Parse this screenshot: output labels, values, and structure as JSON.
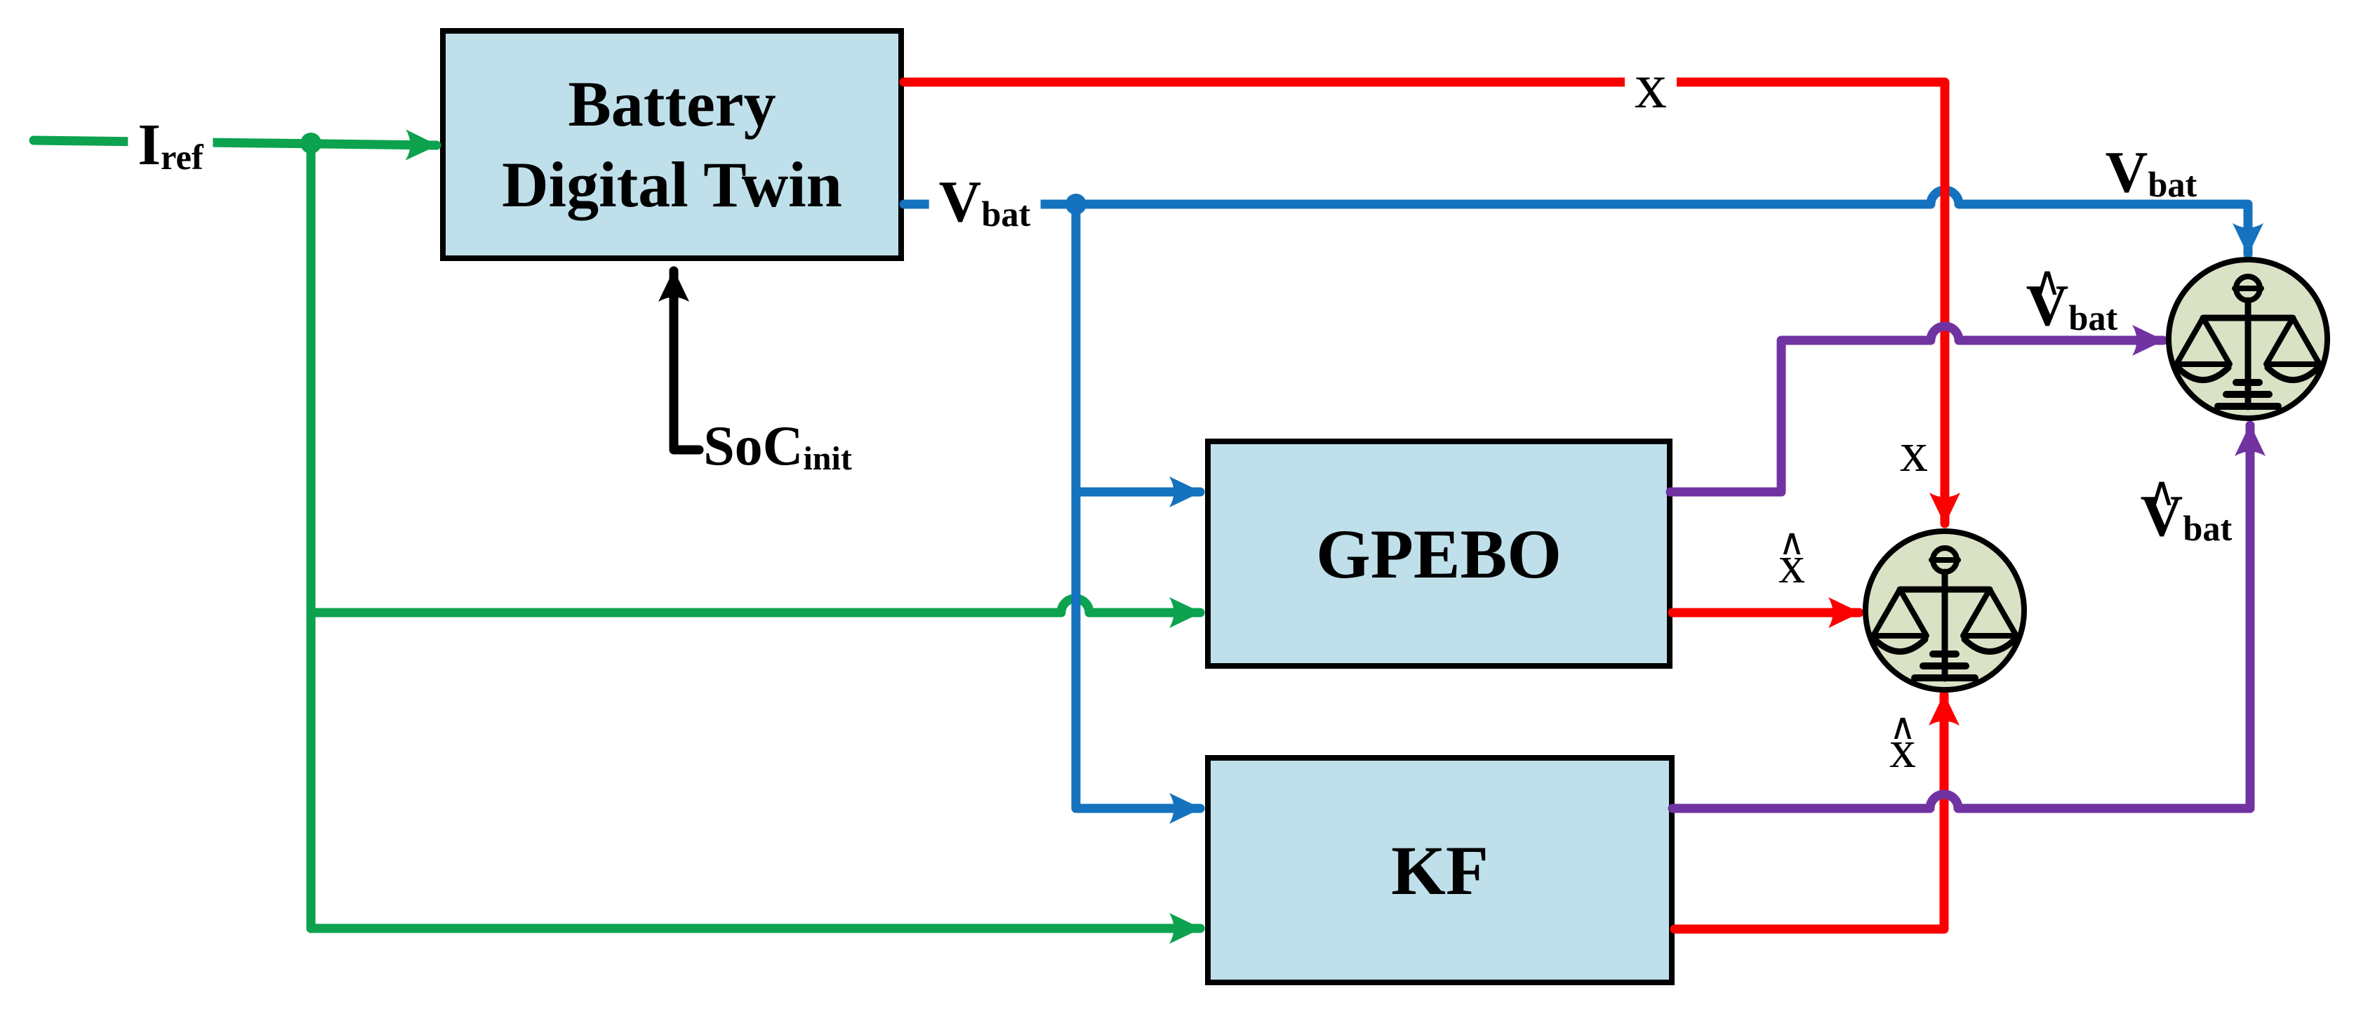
{
  "diagram": {
    "type": "block-diagram",
    "colors": {
      "green": "#0CA24E",
      "blue": "#1472BE",
      "red": "#FB0000",
      "purple": "#7133A1",
      "black": "#000000",
      "block_fill": "#BFE0EA",
      "block_border": "#000000",
      "comparator_fill": "#D9E2C5",
      "background": "#FFFFFF"
    },
    "blocks": [
      {
        "id": "battery-digital-twin",
        "title_lines": [
          "Battery",
          "Digital Twin"
        ]
      },
      {
        "id": "gpebo",
        "title": "GPEBO"
      },
      {
        "id": "kf",
        "title": "KF"
      }
    ],
    "comparators": [
      {
        "id": "comparator-top",
        "icon": "balance-scale"
      },
      {
        "id": "comparator-middle",
        "icon": "balance-scale"
      }
    ],
    "labels": {
      "iref": {
        "base": "I",
        "sub": "ref"
      },
      "vbat_battery": {
        "base": "V",
        "sub": "bat"
      },
      "soc_init": {
        "base": "SoC",
        "sub": "init"
      },
      "x_true_top": {
        "base": "x"
      },
      "vbat_meas": {
        "base": "V",
        "sub": "bat"
      },
      "vbat_est_gpebo": {
        "hat": "∧",
        "base": "V",
        "sub": "bat"
      },
      "x_est_gpebo": {
        "hat": "∧",
        "base": "x"
      },
      "x_true_mid": {
        "base": "x"
      },
      "x_est_kf": {
        "hat": "∧",
        "base": "x"
      },
      "vbat_est_kf": {
        "hat": "∧",
        "base": "V",
        "sub": "bat"
      }
    }
  }
}
